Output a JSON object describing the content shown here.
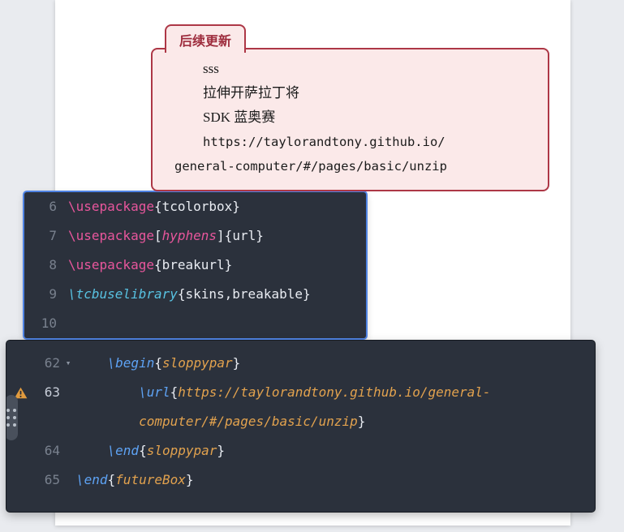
{
  "colors": {
    "page_bg": "#e9ebef",
    "paper_bg": "#ffffff",
    "editor_bg": "#2b313c",
    "editor_border_blue": "#4f83e3",
    "gutter": "#79818e",
    "code_text": "#e9ecf2",
    "pink": "#e8569c",
    "cyan": "#58c2e2",
    "blue": "#5ea3f5",
    "orange": "#e2a24e",
    "warning": "#e09a3e",
    "note_border": "#ad3746",
    "note_bg": "#fbe9e9",
    "note_title": "#9d2b3c"
  },
  "note_box": {
    "tab_label": "后续更新",
    "lines": [
      "sss",
      "拉伸开萨拉丁将",
      "SDK 蓝奥赛",
      "https://taylorandtony.github.io/",
      "general-computer/#/pages/basic/unzip"
    ]
  },
  "editor_top": {
    "lines": [
      {
        "num": "6",
        "tokens": [
          {
            "t": "cmd1",
            "v": "\\usepackage"
          },
          {
            "t": "plain",
            "v": "{tcolorbox}"
          }
        ]
      },
      {
        "num": "7",
        "tokens": [
          {
            "t": "cmd1",
            "v": "\\usepackage"
          },
          {
            "t": "plain",
            "v": "["
          },
          {
            "t": "param",
            "v": "hyphens"
          },
          {
            "t": "plain",
            "v": "]{url}"
          }
        ]
      },
      {
        "num": "8",
        "tokens": [
          {
            "t": "cmd1",
            "v": "\\usepackage"
          },
          {
            "t": "plain",
            "v": "{breakurl}"
          }
        ]
      },
      {
        "num": "9",
        "tokens": [
          {
            "t": "cmd2",
            "v": "\\tcbuselibrary"
          },
          {
            "t": "plain",
            "v": "{skins,breakable}"
          }
        ]
      },
      {
        "num": "10",
        "tokens": []
      }
    ]
  },
  "editor_bottom": {
    "lines": [
      {
        "num": "62",
        "fold": true,
        "tokens": [
          {
            "t": "sp",
            "v": "    "
          },
          {
            "t": "cmd3",
            "v": "\\begin"
          },
          {
            "t": "plain",
            "v": "{"
          },
          {
            "t": "arg",
            "v": "sloppypar"
          },
          {
            "t": "plain",
            "v": "}"
          }
        ]
      },
      {
        "num": "63",
        "warning": true,
        "active": true,
        "tokens": [
          {
            "t": "sp",
            "v": "        "
          },
          {
            "t": "cmd3",
            "v": "\\url"
          },
          {
            "t": "plain",
            "v": "{"
          },
          {
            "t": "arg",
            "v": "https://taylorandtony.github.io/general-"
          }
        ]
      },
      {
        "num": "",
        "tokens": [
          {
            "t": "sp",
            "v": "        "
          },
          {
            "t": "arg",
            "v": "computer/#/pages/basic/unzip"
          },
          {
            "t": "plain",
            "v": "}"
          }
        ]
      },
      {
        "num": "64",
        "tokens": [
          {
            "t": "sp",
            "v": "    "
          },
          {
            "t": "cmd3",
            "v": "\\end"
          },
          {
            "t": "plain",
            "v": "{"
          },
          {
            "t": "arg",
            "v": "sloppypar"
          },
          {
            "t": "plain",
            "v": "}"
          }
        ]
      },
      {
        "num": "65",
        "tokens": [
          {
            "t": "cmd3",
            "v": "\\end"
          },
          {
            "t": "plain",
            "v": "{"
          },
          {
            "t": "arg",
            "v": "futureBox"
          },
          {
            "t": "plain",
            "v": "}"
          }
        ]
      }
    ]
  }
}
